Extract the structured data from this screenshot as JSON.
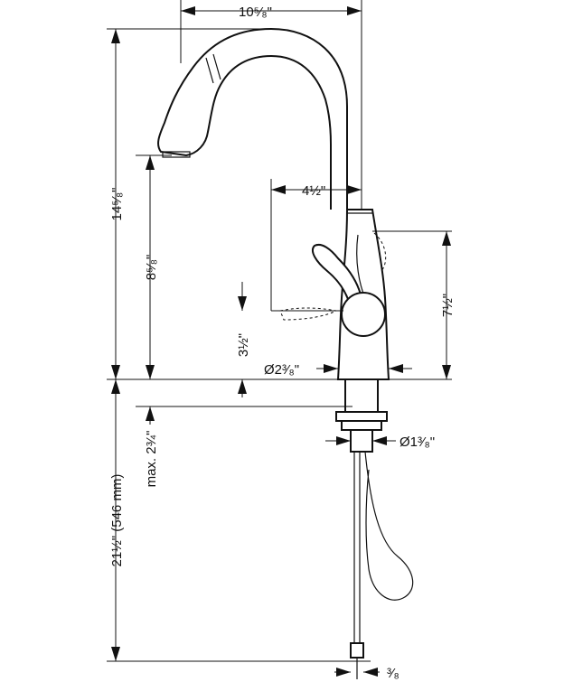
{
  "drawing": {
    "dimensions": {
      "spout_reach": "10⁵⁄₈\"",
      "total_height": "14⁵⁄₈\"",
      "spout_clearance": "8⁵⁄₈\"",
      "handle_offset": "4½\"",
      "handle_height": "7½\"",
      "handle_clearance": "3½\"",
      "base_diameter": "Ø2³⁄₈\"",
      "shank_diameter": "Ø1³⁄₈\"",
      "below_deck": "21½\" (546 mm)",
      "deck_thickness": "max. 2¾\"",
      "supply_connection": "³⁄₈"
    }
  }
}
